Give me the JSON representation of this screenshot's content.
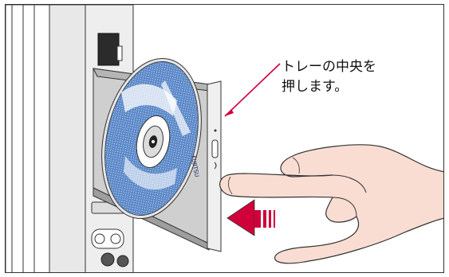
{
  "illustration": {
    "callout_text": "トレーの中央を\n押します。",
    "disc_label_text": "FUJITSU",
    "colors": {
      "pc_panel": "#e6e6e6",
      "pc_shadow": "#b9b9b9",
      "tray": "#cfcfcf",
      "disc_blue": "#5b88c8",
      "disc_silver": "#d9d9d9",
      "arrow_red": "#d0003a",
      "push_arrow": "#c0002a",
      "skin": "#f7d4c9"
    },
    "icons": {
      "callout_pointer": "red-line-pointer",
      "push_direction": "double-left-arrow"
    }
  }
}
